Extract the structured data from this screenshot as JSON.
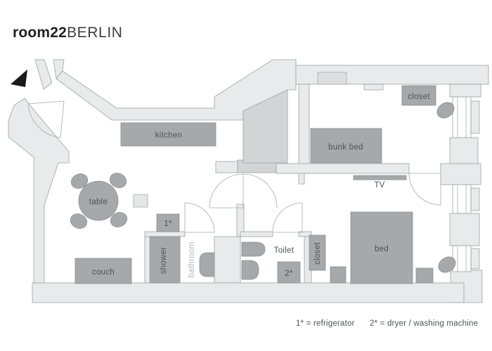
{
  "brand": {
    "name_bold": "room22",
    "name_light": "BERLIN"
  },
  "labels": {
    "kitchen": "kitchen",
    "table": "table",
    "couch": "couch",
    "shower": "shower",
    "bathroom": "bathroom",
    "toilet": "Toilet",
    "closet_bedroom": "closet",
    "closet_bunkroom": "closet",
    "bunk_bed": "bunk bed",
    "bed": "bed",
    "tv": "TV",
    "marker_fridge": "1*",
    "marker_dryer": "2*"
  },
  "legend": {
    "fridge": "1* = refrigerator",
    "dryer": "2* = dryer / washing machine"
  },
  "colors": {
    "wall": "#e8eaeb",
    "wallStroke": "#9ea1a3",
    "block": "#d2d4d6",
    "blockLight": "#dcdedf",
    "furn": "#a6a9ab",
    "furnStroke": "#8b8e90",
    "lightBox": "#e4e6e7",
    "arc": "#a8abad",
    "text": "#4f5254",
    "textLight": "#b2b4b6",
    "black": "#1a1a1a"
  }
}
